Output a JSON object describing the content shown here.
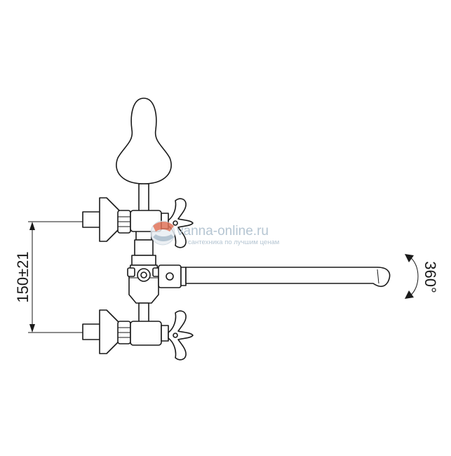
{
  "dimensions": {
    "height_label": "150±21",
    "rotation_label": "360°"
  },
  "watermark": {
    "site": "vanna-online.ru",
    "tagline": "сантехника по лучшим ценам",
    "logo_color": "#e0745a",
    "text_color": "#a9bccb"
  },
  "colors": {
    "line": "#1a1a1a",
    "background": "#ffffff"
  }
}
